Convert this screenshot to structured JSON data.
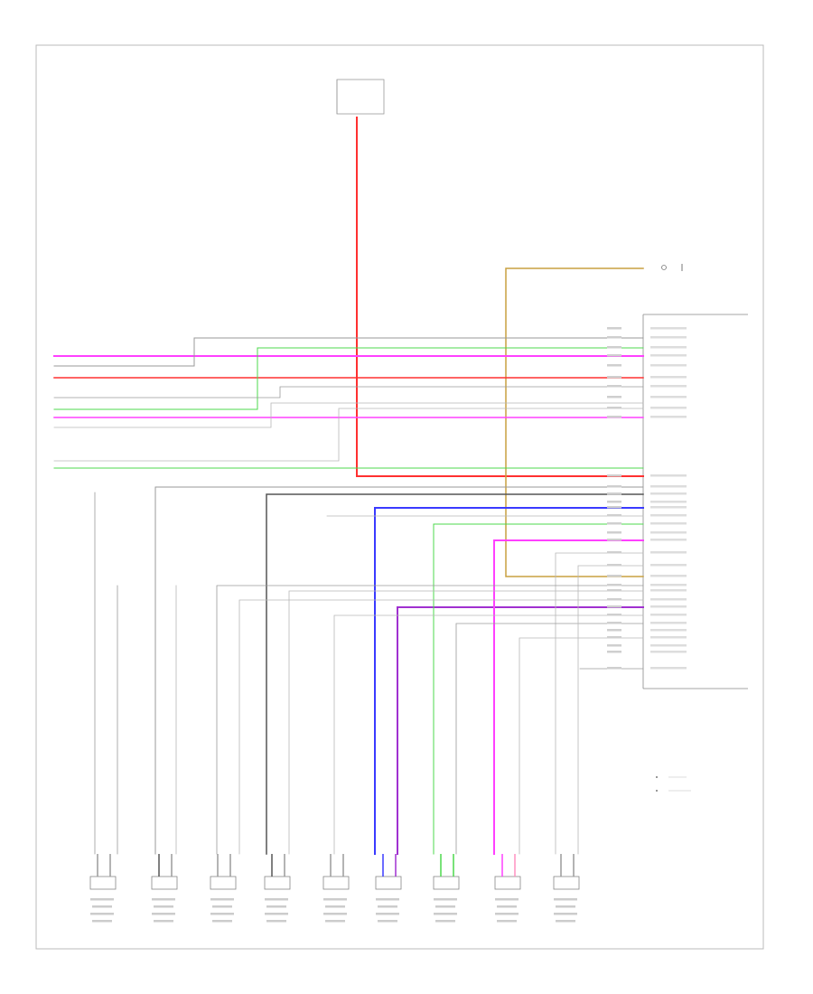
{
  "colors": {
    "red": "#ff3030",
    "magenta": "#ff40ff",
    "green": "#4cd94c",
    "gray": "#9a9a9a",
    "dark": "#555555",
    "tan": "#c8a040",
    "blue": "#3a3aff",
    "purple": "#a030d0",
    "orange": "#e08a30",
    "pink": "#ff90c0"
  },
  "wires": [
    {
      "name": "battery-feed",
      "color": "red"
    },
    {
      "name": "radio-signal",
      "color": "tan"
    },
    {
      "name": "left-front-plus",
      "color": "magenta"
    },
    {
      "name": "left-front-minus",
      "color": "gray"
    },
    {
      "name": "right-front-minus",
      "color": "red"
    },
    {
      "name": "right-front-plus",
      "color": "green"
    },
    {
      "name": "left-rear",
      "color": "magenta"
    },
    {
      "name": "right-rear",
      "color": "green"
    },
    {
      "name": "center-speaker-plus",
      "color": "blue"
    },
    {
      "name": "center-speaker-minus",
      "color": "purple"
    },
    {
      "name": "left-tweeter",
      "color": "green"
    },
    {
      "name": "right-tweeter",
      "color": "magenta"
    },
    {
      "name": "left-sub",
      "color": "dark"
    },
    {
      "name": "right-sub",
      "color": "gray"
    }
  ],
  "speakers": [
    {
      "name": "left-door-speaker",
      "color1": "gray",
      "color2": "gray"
    },
    {
      "name": "left-passenger-door-speaker",
      "color1": "dark",
      "color2": "gray"
    },
    {
      "name": "right-door-speaker",
      "color1": "gray",
      "color2": "gray"
    },
    {
      "name": "right-passenger-door-speaker",
      "color1": "dark",
      "color2": "gray"
    },
    {
      "name": "left-door-speaker-2",
      "color1": "gray",
      "color2": "gray"
    },
    {
      "name": "center-speaker",
      "color1": "blue",
      "color2": "purple"
    },
    {
      "name": "left-tweeter",
      "color1": "green",
      "color2": "green"
    },
    {
      "name": "right-tweeter",
      "color1": "magenta",
      "color2": "pink"
    },
    {
      "name": "right-door-speaker-2",
      "color1": "gray",
      "color2": "gray"
    }
  ]
}
